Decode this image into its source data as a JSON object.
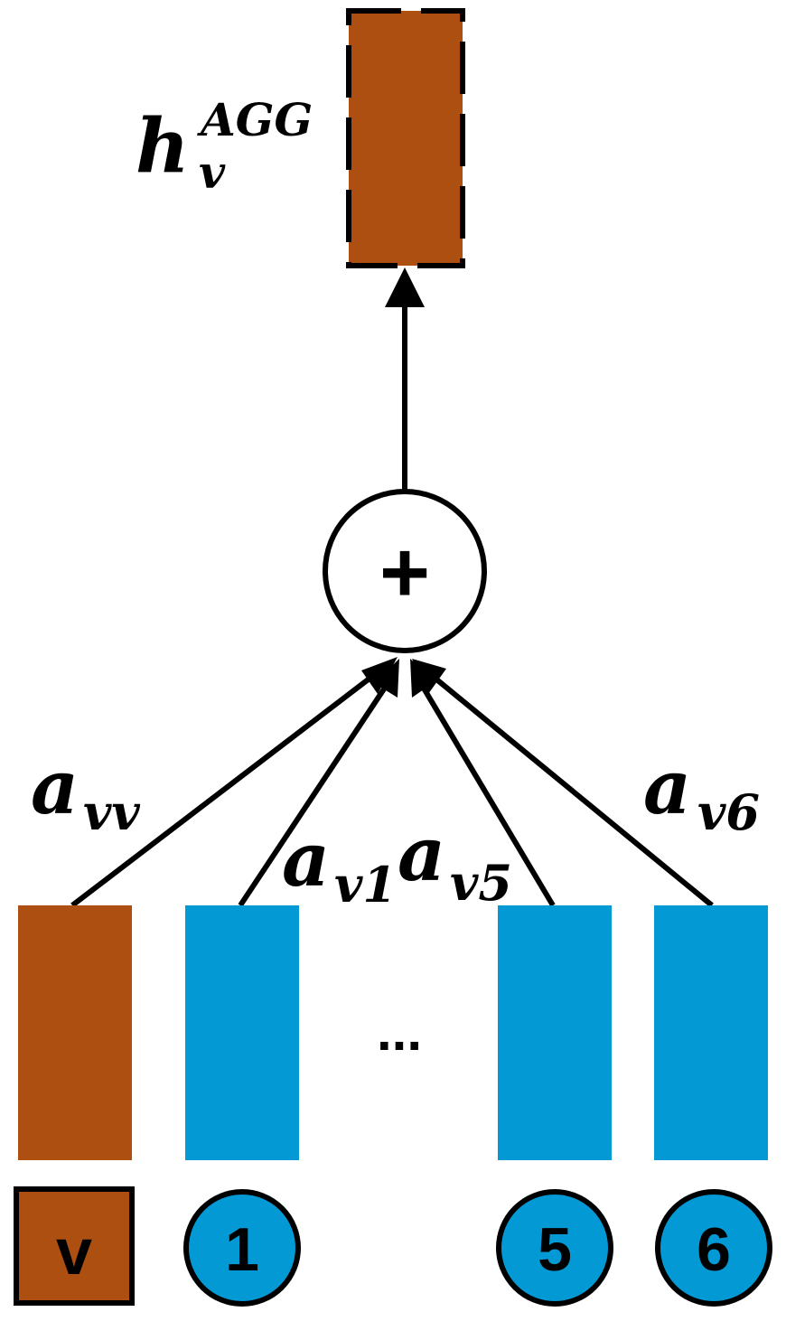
{
  "colors": {
    "target": "#ad4f11",
    "neighbor": "#0399d5",
    "stroke": "#000000"
  },
  "output": {
    "label_base": "h",
    "label_sup": "AGG",
    "label_sub": "v"
  },
  "operator": {
    "symbol": "+"
  },
  "ellipsis": "...",
  "edges": [
    {
      "base": "a",
      "sub": "vv"
    },
    {
      "base": "a",
      "sub": "v1"
    },
    {
      "base": "a",
      "sub": "v5"
    },
    {
      "base": "a",
      "sub": "v6"
    }
  ],
  "nodes": [
    {
      "label": "v",
      "shape": "square",
      "role": "target"
    },
    {
      "label": "1",
      "shape": "circle",
      "role": "neighbor"
    },
    {
      "label": "5",
      "shape": "circle",
      "role": "neighbor"
    },
    {
      "label": "6",
      "shape": "circle",
      "role": "neighbor"
    }
  ]
}
